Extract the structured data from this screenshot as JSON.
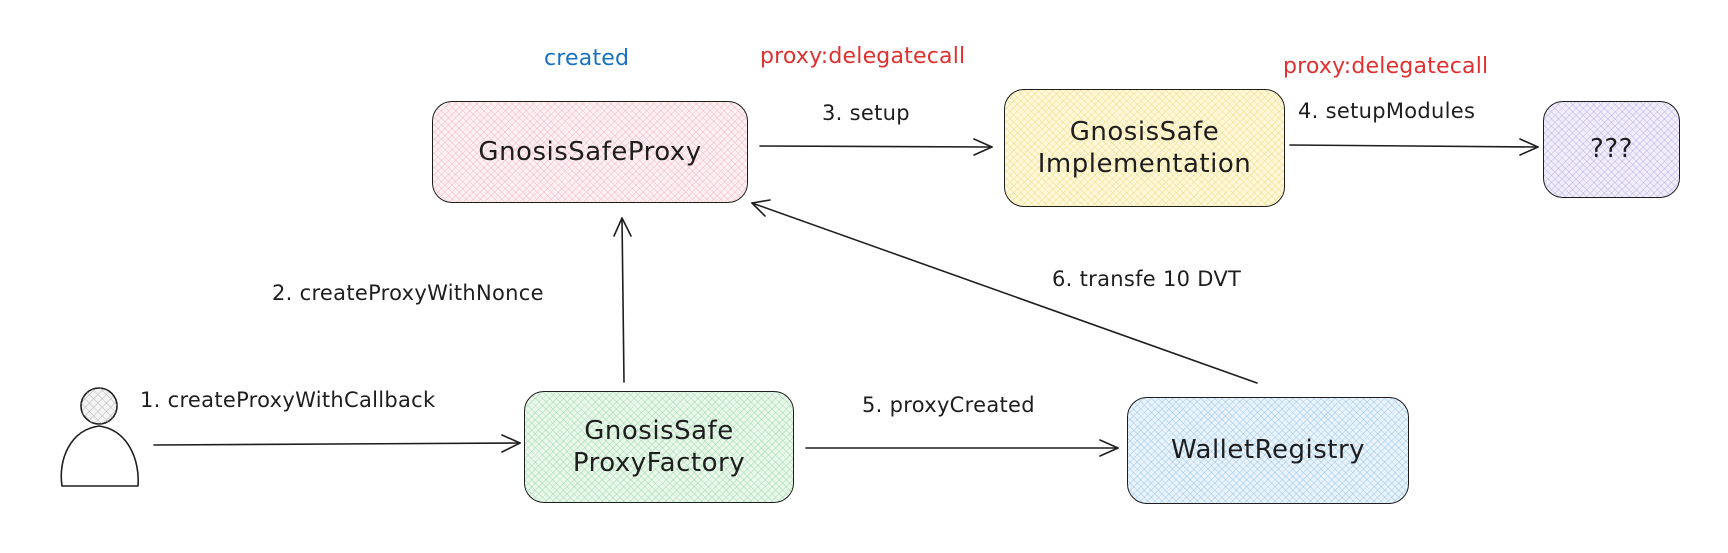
{
  "nodes": {
    "proxy": {
      "label": "GnosisSafeProxy"
    },
    "implementation": {
      "label": "GnosisSafe\nImplementation"
    },
    "unknown": {
      "label": "???"
    },
    "factory": {
      "label": "GnosisSafe\nProxyFactory"
    },
    "registry": {
      "label": "WalletRegistry"
    }
  },
  "tags": {
    "created": "created",
    "delegatecall_setup": "proxy:delegatecall",
    "delegatecall_modules": "proxy:delegatecall"
  },
  "edges": {
    "step1": "1. createProxyWithCallback",
    "step2": "2. createProxyWithNonce",
    "step3": "3. setup",
    "step4": "4. setupModules",
    "step5": "5. proxyCreated",
    "step6": "6. transfe 10 DVT"
  },
  "colors": {
    "red_tag": "#e03131",
    "blue_tag": "#1971c2",
    "stroke": "#1e1e1e"
  },
  "icons": {
    "user": "user-icon"
  }
}
